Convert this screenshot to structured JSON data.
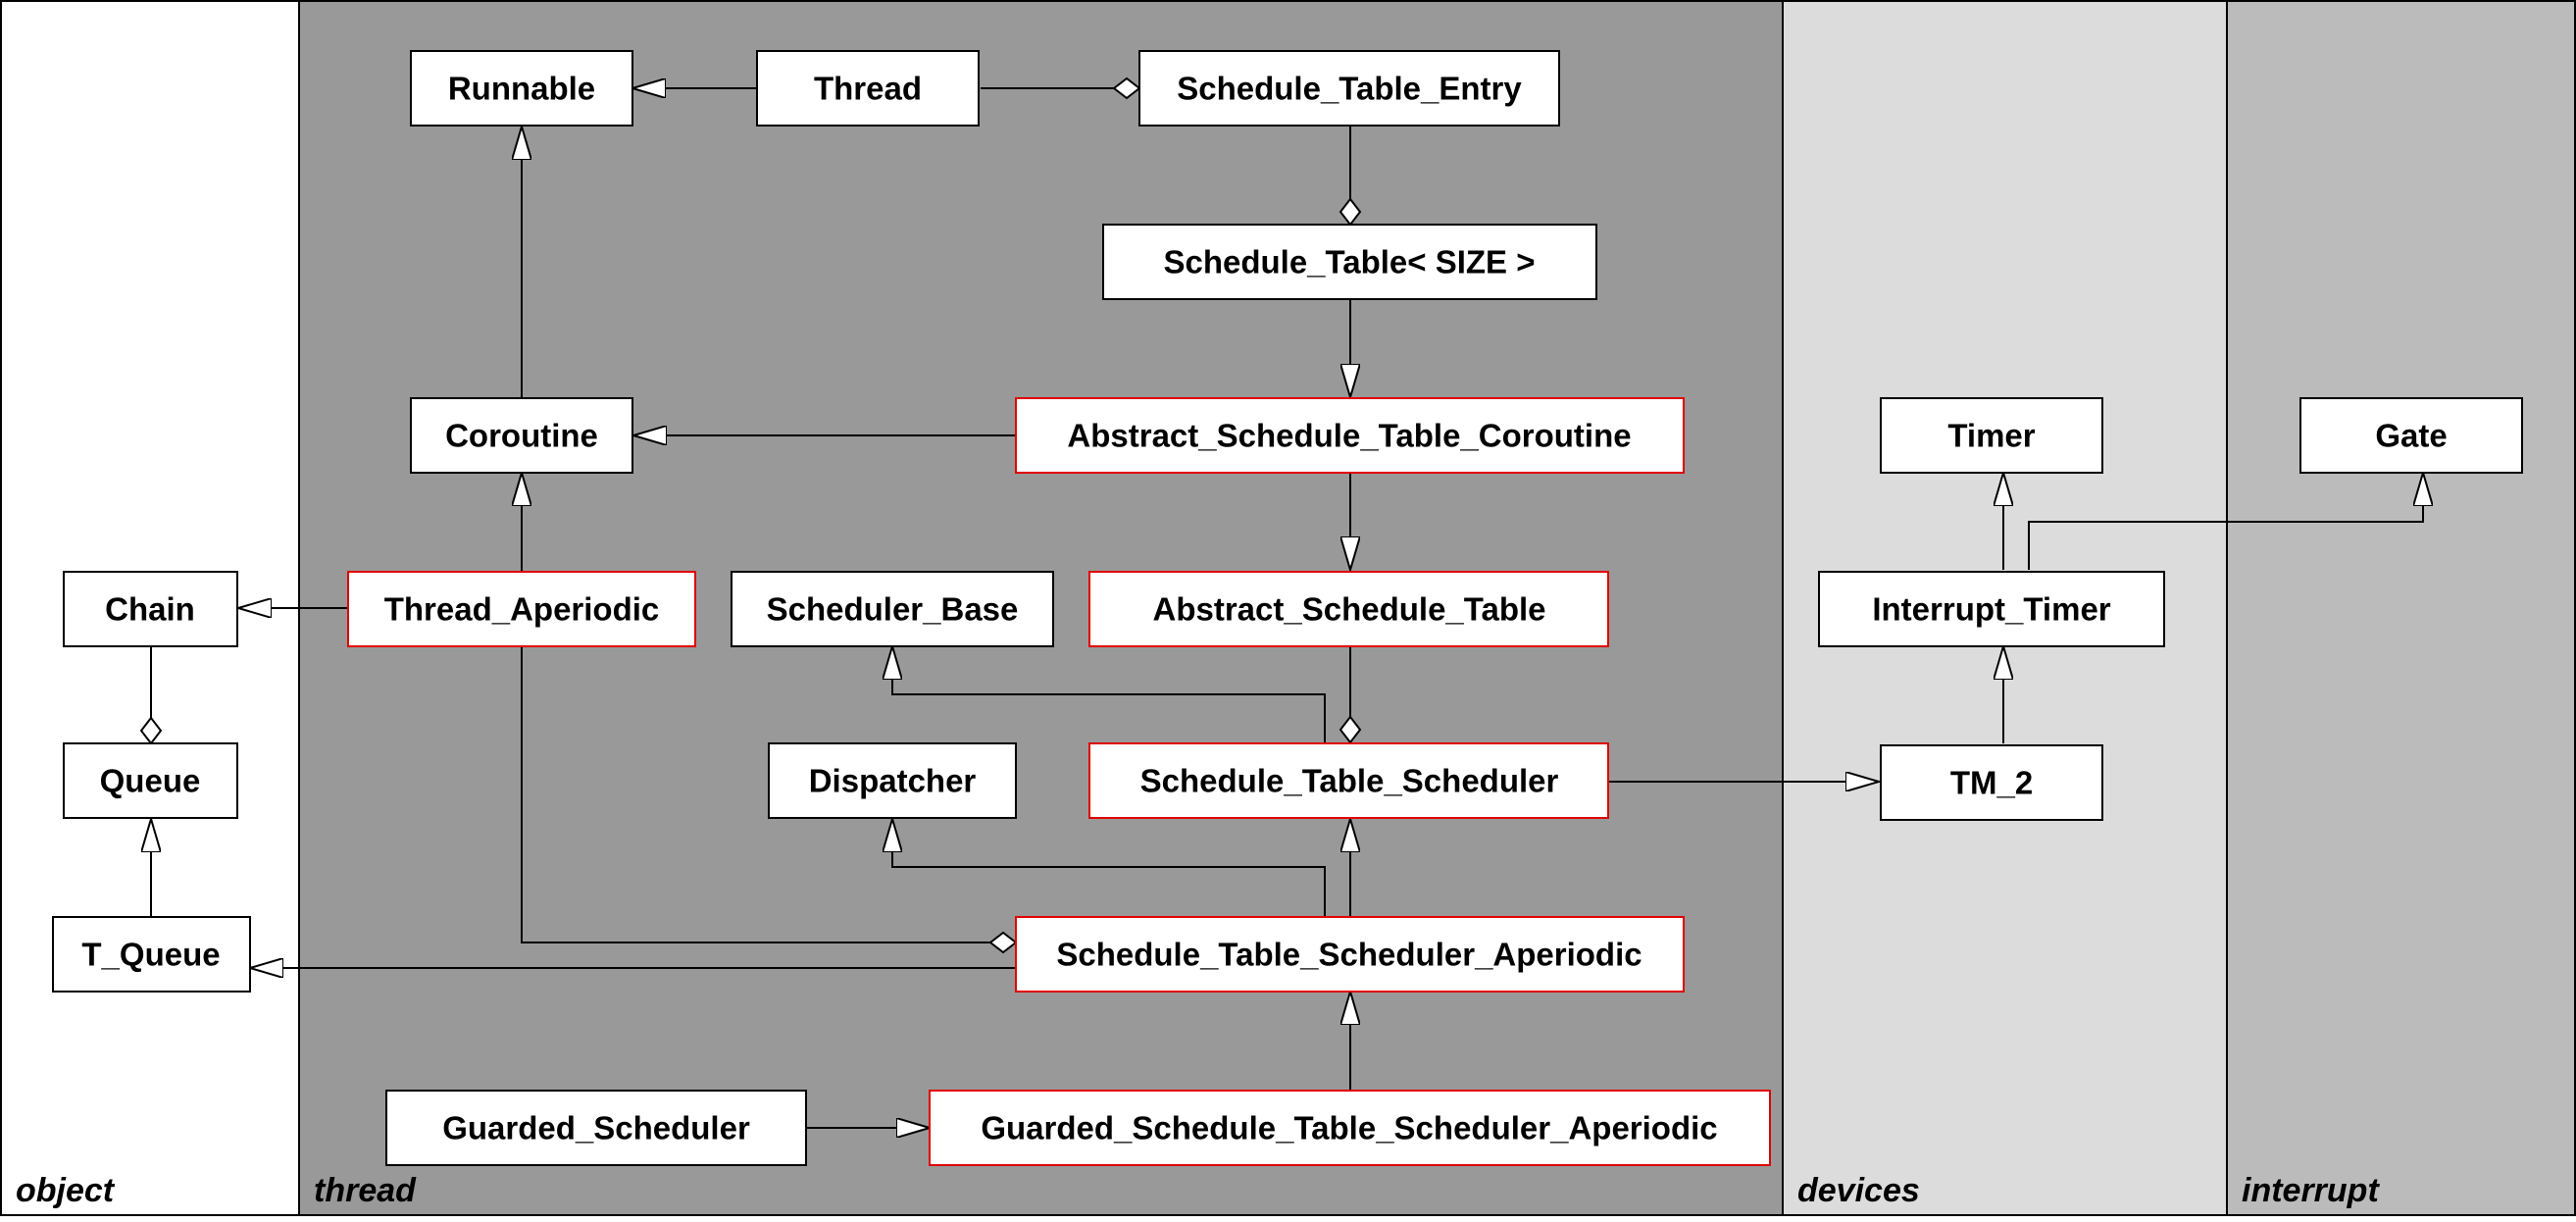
{
  "packages": [
    {
      "id": "object",
      "label": "object",
      "color": "#ffffff"
    },
    {
      "id": "thread",
      "label": "thread",
      "color": "#999999"
    },
    {
      "id": "devices",
      "label": "devices",
      "color": "#dcdcdc"
    },
    {
      "id": "interrupt",
      "label": "interrupt",
      "color": "#bbbbbb"
    }
  ],
  "classes": [
    {
      "id": "runnable",
      "label": "Runnable",
      "highlighted": false
    },
    {
      "id": "thread",
      "label": "Thread",
      "highlighted": false
    },
    {
      "id": "schedule-table-entry",
      "label": "Schedule_Table_Entry",
      "highlighted": false
    },
    {
      "id": "schedule-table",
      "label": "Schedule_Table< SIZE >",
      "highlighted": false
    },
    {
      "id": "coroutine",
      "label": "Coroutine",
      "highlighted": false
    },
    {
      "id": "abstract-schedule-table-coroutine",
      "label": "Abstract_Schedule_Table_Coroutine",
      "highlighted": true
    },
    {
      "id": "chain",
      "label": "Chain",
      "highlighted": false
    },
    {
      "id": "thread-aperiodic",
      "label": "Thread_Aperiodic",
      "highlighted": true
    },
    {
      "id": "scheduler-base",
      "label": "Scheduler_Base",
      "highlighted": false
    },
    {
      "id": "abstract-schedule-table",
      "label": "Abstract_Schedule_Table",
      "highlighted": true
    },
    {
      "id": "queue",
      "label": "Queue",
      "highlighted": false
    },
    {
      "id": "dispatcher",
      "label": "Dispatcher",
      "highlighted": false
    },
    {
      "id": "schedule-table-scheduler",
      "label": "Schedule_Table_Scheduler",
      "highlighted": true
    },
    {
      "id": "t-queue",
      "label": "T_Queue",
      "highlighted": false
    },
    {
      "id": "schedule-table-scheduler-aperiodic",
      "label": "Schedule_Table_Scheduler_Aperiodic",
      "highlighted": true
    },
    {
      "id": "guarded-scheduler",
      "label": "Guarded_Scheduler",
      "highlighted": false
    },
    {
      "id": "guarded-schedule-table-scheduler-aperiodic",
      "label": "Guarded_Schedule_Table_Scheduler_Aperiodic",
      "highlighted": true
    },
    {
      "id": "timer",
      "label": "Timer",
      "highlighted": false
    },
    {
      "id": "interrupt-timer",
      "label": "Interrupt_Timer",
      "highlighted": false
    },
    {
      "id": "tm-2",
      "label": "TM_2",
      "highlighted": false
    },
    {
      "id": "gate",
      "label": "Gate",
      "highlighted": false
    }
  ],
  "relations": [
    {
      "from": "thread",
      "to": "runnable",
      "kind": "generalization"
    },
    {
      "from": "thread",
      "to": "schedule-table-entry",
      "kind": "aggregation"
    },
    {
      "from": "schedule-table-entry",
      "to": "schedule-table",
      "kind": "aggregation"
    },
    {
      "from": "schedule-table",
      "to": "abstract-schedule-table-coroutine",
      "kind": "generalization"
    },
    {
      "from": "coroutine",
      "to": "runnable",
      "kind": "generalization"
    },
    {
      "from": "abstract-schedule-table-coroutine",
      "to": "coroutine",
      "kind": "generalization"
    },
    {
      "from": "abstract-schedule-table-coroutine",
      "to": "abstract-schedule-table",
      "kind": "generalization"
    },
    {
      "from": "thread-aperiodic",
      "to": "coroutine",
      "kind": "generalization"
    },
    {
      "from": "thread-aperiodic",
      "to": "chain",
      "kind": "generalization"
    },
    {
      "from": "chain",
      "to": "queue",
      "kind": "aggregation"
    },
    {
      "from": "t-queue",
      "to": "queue",
      "kind": "generalization"
    },
    {
      "from": "abstract-schedule-table",
      "to": "schedule-table-scheduler",
      "kind": "aggregation"
    },
    {
      "from": "schedule-table-scheduler",
      "to": "scheduler-base",
      "kind": "generalization"
    },
    {
      "from": "schedule-table-scheduler",
      "to": "tm-2",
      "kind": "generalization"
    },
    {
      "from": "schedule-table-scheduler-aperiodic",
      "to": "dispatcher",
      "kind": "generalization"
    },
    {
      "from": "schedule-table-scheduler-aperiodic",
      "to": "schedule-table-scheduler",
      "kind": "generalization"
    },
    {
      "from": "thread-aperiodic",
      "to": "schedule-table-scheduler-aperiodic",
      "kind": "aggregation"
    },
    {
      "from": "schedule-table-scheduler-aperiodic",
      "to": "t-queue",
      "kind": "generalization"
    },
    {
      "from": "guarded-schedule-table-scheduler-aperiodic",
      "to": "schedule-table-scheduler-aperiodic",
      "kind": "generalization"
    },
    {
      "from": "guarded-scheduler",
      "to": "guarded-schedule-table-scheduler-aperiodic",
      "kind": "generalization"
    },
    {
      "from": "interrupt-timer",
      "to": "timer",
      "kind": "generalization"
    },
    {
      "from": "interrupt-timer",
      "to": "gate",
      "kind": "generalization"
    },
    {
      "from": "tm-2",
      "to": "interrupt-timer",
      "kind": "generalization"
    }
  ],
  "colors": {
    "highlight_border": "#e00000",
    "box_border": "#000000",
    "box_fill": "#ffffff",
    "line": "#000000"
  }
}
